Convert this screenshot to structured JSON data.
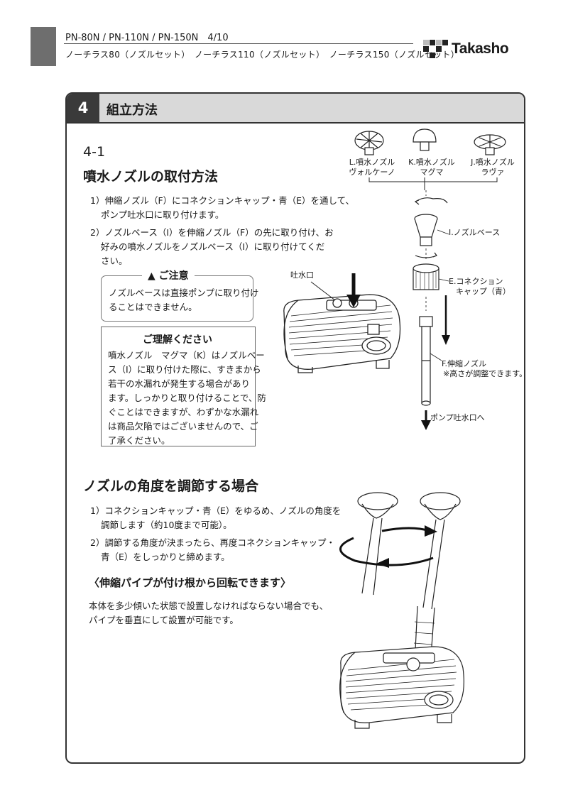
{
  "header": {
    "model": "PN-80N / PN-110N / PN-150N　4/10",
    "subtitle": "ノーチラス80（ノズルセット）　ノーチラス110（ノズルセット）　ノーチラス150（ノズルセット）",
    "brand": "Takasho"
  },
  "section": {
    "number": "4",
    "title": "組立方法",
    "sub_number": "4-1",
    "sub_title": "噴水ノズルの取付方法"
  },
  "install_steps": [
    "1）伸縮ノズル（F）にコネクションキャップ・青（E）を通して、",
    "ポンプ吐水口に取り付けます。",
    "2）ノズルベース（I）を伸縮ノズル（F）の先に取り付け、お",
    "好みの噴水ノズルをノズルベース（I）に取り付けてくだ",
    "さい。"
  ],
  "caution": {
    "title": "ご注意",
    "lines": [
      "ノズルベースは直接ポンプに取り付け",
      "ることはできません。"
    ]
  },
  "notice": {
    "title": "ご理解ください",
    "lines": [
      "噴水ノズル　マグマ（K）はノズルベー",
      "ス（I）に取り付けた際に、すきまから",
      "若干の水漏れが発生する場合があり",
      "ます。しっかりと取り付けることで、防",
      "ぐことはできますが、わずかな水漏れ",
      "は商品欠陥ではございませんので、ご",
      "了承ください。"
    ]
  },
  "diagram1": {
    "outlet_label": "吐水口",
    "nozzles": [
      {
        "line1": "L.噴水ノズル",
        "line2": "ヴォルケーノ"
      },
      {
        "line1": "K.噴水ノズル",
        "line2": "マグマ"
      },
      {
        "line1": "J.噴水ノズル",
        "line2": "ラヴァ"
      }
    ],
    "base_label": "I.ノズルベース",
    "cap_label_1": "E.コネクション",
    "cap_label_2": "キャップ（青）",
    "pipe_label_1": "F.伸縮ノズル",
    "pipe_label_2": "※高さが調整できます。",
    "to_outlet": "ポンプ吐水口へ"
  },
  "angle": {
    "title": "ノズルの角度を調節する場合",
    "steps": [
      "1）コネクションキャップ・青（E）をゆるめ、ノズルの角度を",
      "調節します（約10度まで可能）。",
      "2）調節する角度が決まったら、再度コネクションキャップ・",
      "青（E）をしっかりと締めます。"
    ],
    "rotate_title": "〈伸縮パイプが付け根から回転できます〉",
    "rotate_lines": [
      "本体を多少傾いた状態で設置しなければならない場合でも、",
      "パイプを垂直にして設置が可能です。"
    ]
  }
}
